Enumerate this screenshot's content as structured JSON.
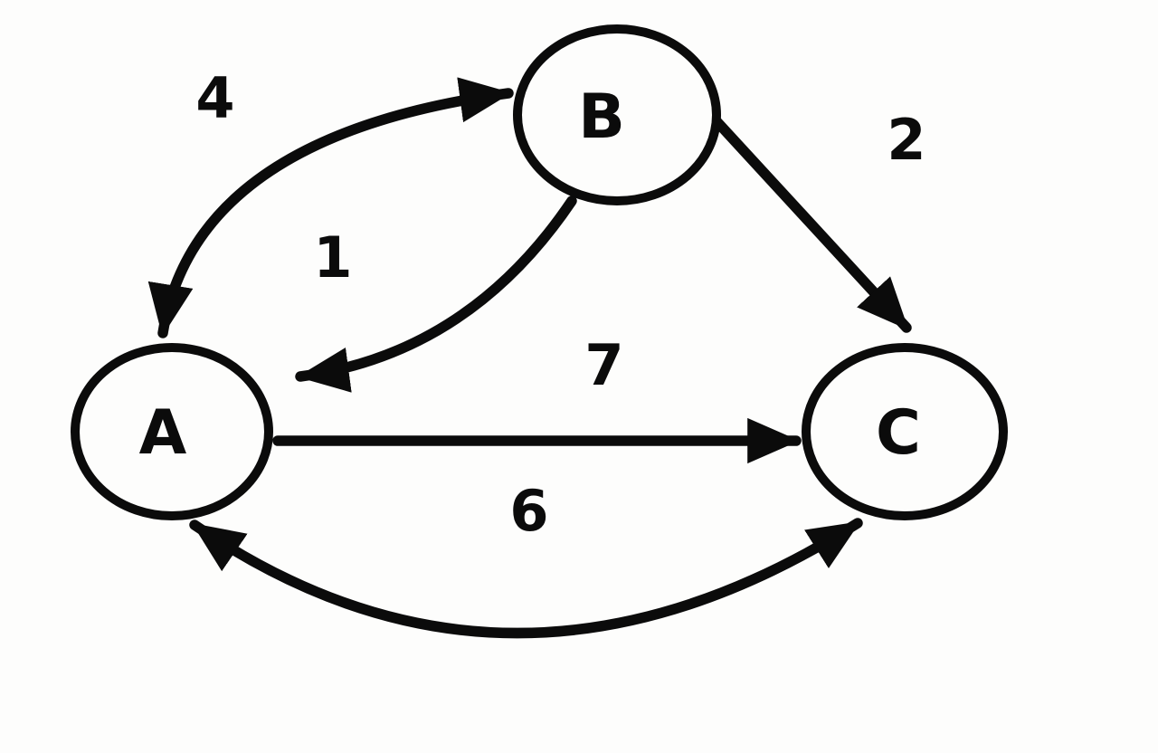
{
  "diagram": {
    "type": "directed-graph",
    "background_color": "#fdfdfc",
    "stroke_color": "#0b0b0b",
    "nodes": [
      {
        "id": "A",
        "label": "A"
      },
      {
        "id": "B",
        "label": "B"
      },
      {
        "id": "C",
        "label": "C"
      }
    ],
    "edges": [
      {
        "from": "A",
        "to": "B",
        "label": "4",
        "arrows": "both",
        "shape": "curve"
      },
      {
        "from": "B",
        "to": "A",
        "label": "1",
        "arrows": "end",
        "shape": "curve"
      },
      {
        "from": "B",
        "to": "C",
        "label": "2",
        "arrows": "end",
        "shape": "straight"
      },
      {
        "from": "A",
        "to": "C",
        "label": "7",
        "arrows": "end",
        "shape": "straight"
      },
      {
        "from": "A",
        "to": "C",
        "label": "6",
        "arrows": "both",
        "shape": "curve-bottom"
      }
    ]
  }
}
